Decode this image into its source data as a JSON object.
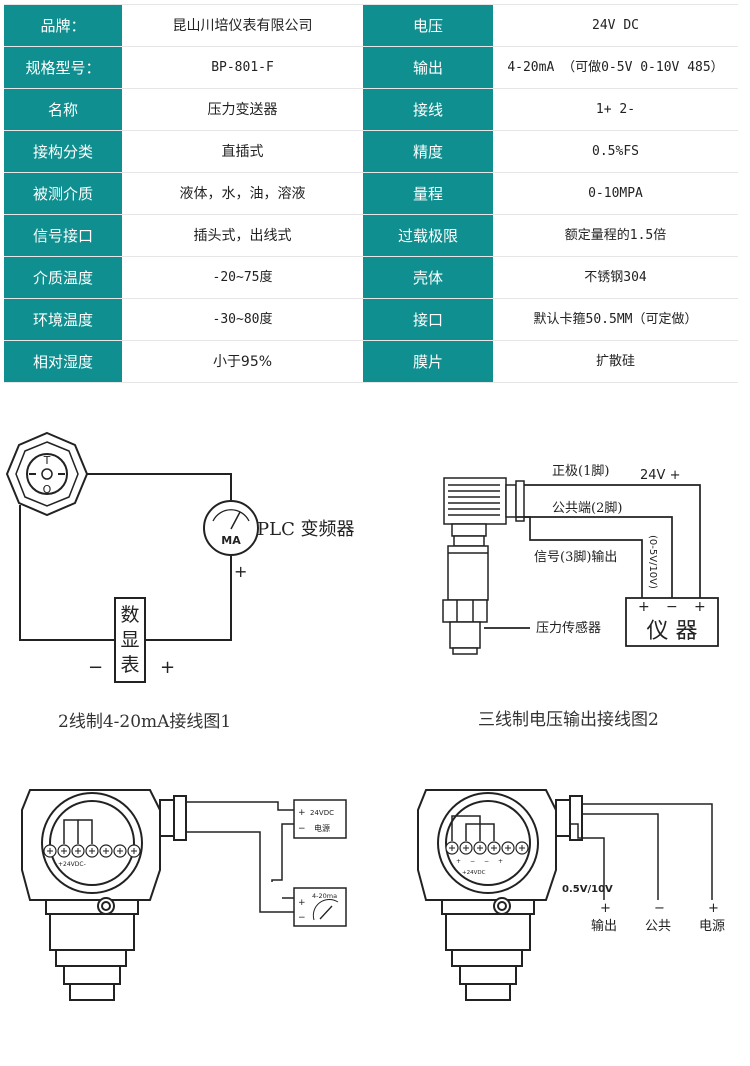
{
  "spec_table": {
    "rows": [
      {
        "l1": "品牌：",
        "v1": "昆山川培仪表有限公司",
        "l2": "电压",
        "v2": "24V DC"
      },
      {
        "l1": "规格型号：",
        "v1": "BP-801-F",
        "l2": "输出",
        "v2": "4-20mA （可做0-5V 0-10V 485）"
      },
      {
        "l1": "名称",
        "v1": "压力变送器",
        "l2": "接线",
        "v2": "1+   2-"
      },
      {
        "l1": "接构分类",
        "v1": "直插式",
        "l2": "精度",
        "v2": "0.5%FS"
      },
      {
        "l1": "被测介质",
        "v1": "液体，水，油，溶液",
        "l2": "量程",
        "v2": "0-10MPA"
      },
      {
        "l1": "信号接口",
        "v1": "插头式，出线式",
        "l2": "过载极限",
        "v2": "额定量程的1.5倍"
      },
      {
        "l1": "介质温度",
        "v1": "-20~75度",
        "l2": "壳体",
        "v2": "不锈钢304"
      },
      {
        "l1": "环境温度",
        "v1": "-30~80度",
        "l2": "接口",
        "v2": "默认卡箍50.5MM（可定做）"
      },
      {
        "l1": "相对湿度",
        "v1": "小于95%",
        "l2": "膜片",
        "v2": "扩散硅"
      }
    ]
  },
  "diagram1": {
    "caption": "2线制4-20mA接线图1",
    "connector_letters": {
      "top": "T",
      "bottom": "O"
    },
    "meter_label": "MA",
    "device_label": "PLC  变频器",
    "meter_plus": "+",
    "display_chars": [
      "数",
      "显",
      "表"
    ],
    "display_minus": "−",
    "display_plus": "+"
  },
  "diagram2": {
    "caption": "三线制电压输出接线图2",
    "pin1": "正极(1脚)",
    "pin1_voltage": "24V  +",
    "pin2": "公共端(2脚)",
    "pin3": "信号(3脚)输出",
    "range": "(0-5V/10V)",
    "sensor": "压力传感器",
    "instrument": "仪 器",
    "terminals": [
      "+",
      "−",
      "+"
    ]
  },
  "diagram3": {
    "supply": "24VDC",
    "supply_plus": "+",
    "supply_minus": "−",
    "supply_label": "电源",
    "meter": "4-20ma",
    "meter_plus": "+",
    "meter_minus": "−",
    "board_label": "+24VDC-"
  },
  "diagram4": {
    "range": "0.5V/10V",
    "board_label": "+24VDC",
    "terminal_signs": [
      "+",
      "−",
      "−",
      "+"
    ],
    "outputs": [
      "输出",
      "公共",
      "电源"
    ]
  }
}
